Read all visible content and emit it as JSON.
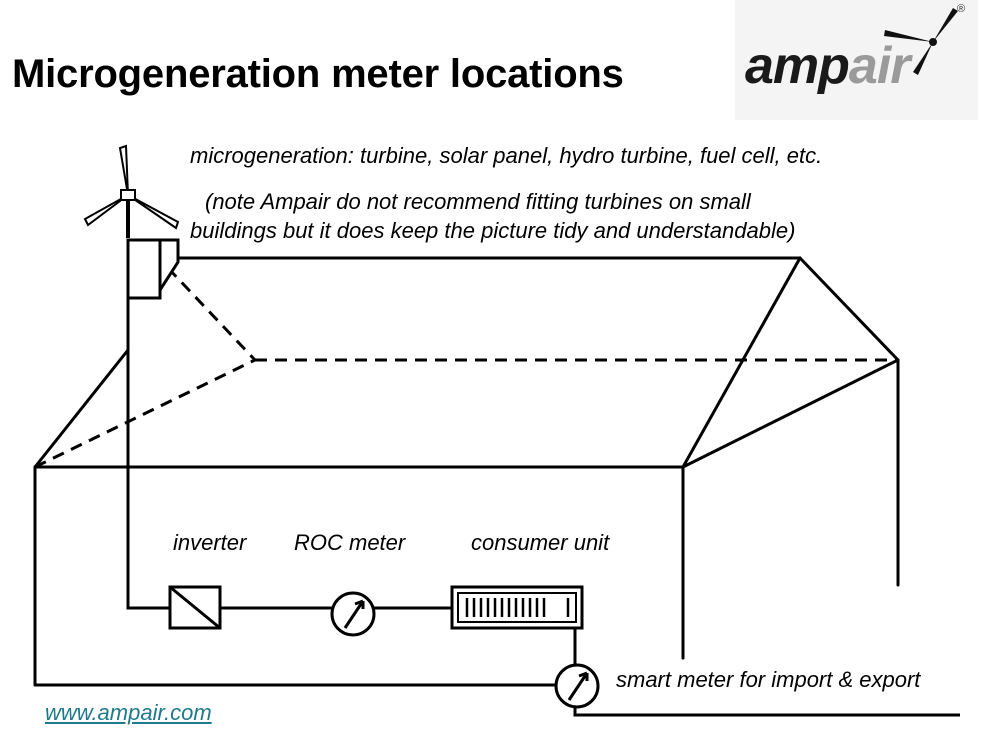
{
  "title": "Microgeneration meter locations",
  "logo": {
    "amp": "amp",
    "air": "air",
    "reg": "®"
  },
  "microgen_label": "microgeneration: turbine, solar panel, hydro turbine, fuel cell, etc.",
  "note": {
    "line1": "(note Ampair do not recommend fitting turbines on small",
    "line2": "buildings but it does keep the picture tidy and understandable)"
  },
  "components": {
    "inverter": "inverter",
    "roc_meter": "ROC meter",
    "consumer_unit": "consumer unit",
    "smart_meter": "smart meter for import & export"
  },
  "website": "www.ampair.com",
  "colors": {
    "line": "#000000",
    "link": "#1f7a8c",
    "logo_gray": "#9a9a9a",
    "logo_bg": "#f4f4f4"
  },
  "icons": [
    "wind-turbine-icon",
    "inverter-symbol",
    "meter-gauge-icon",
    "consumer-unit-symbol"
  ]
}
